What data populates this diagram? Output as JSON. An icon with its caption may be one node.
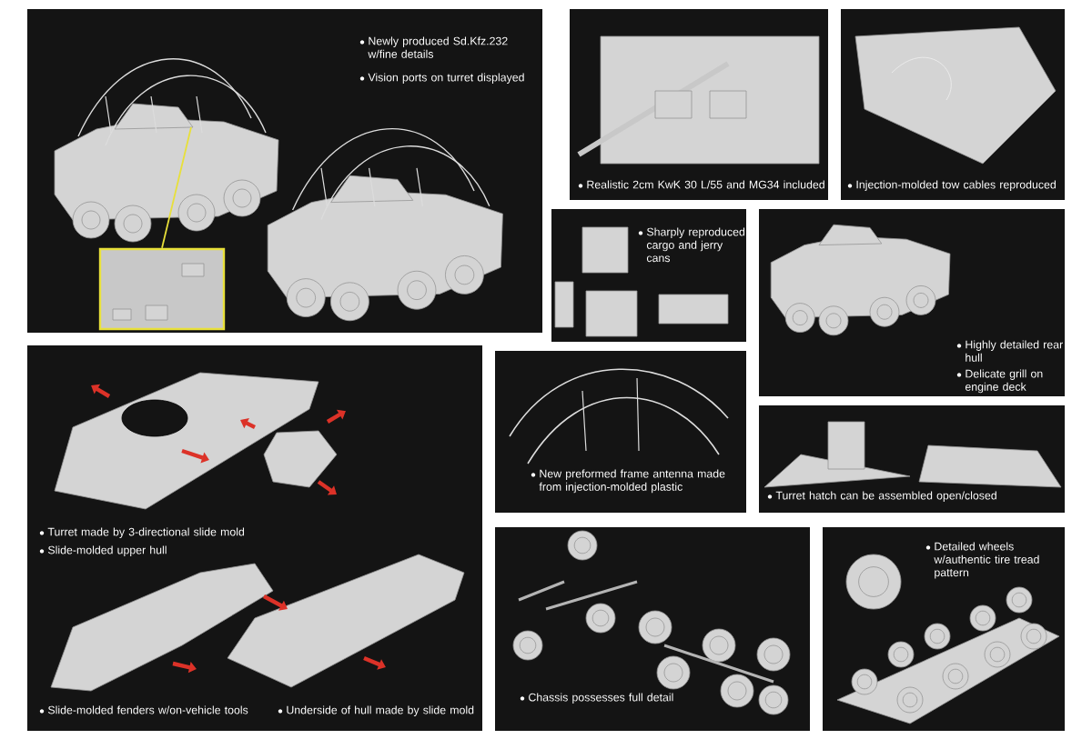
{
  "diagram": {
    "nodes": [
      {
        "text": [
          "Newly produced Sd.Kfz.232 w/fine details",
          "Vision ports on turret displayed"
        ]
      },
      {
        "text": [],
        "shape": "picture",
        "in": 0
      },
      {
        "text": [
          "Realistic 2cm KwK 30 L/55 and MG34 included"
        ]
      },
      {
        "text": [
          "Injection-molded tow cables reproduced"
        ]
      },
      {
        "text": [
          "Sharply reproduced cargo and jerry cans"
        ]
      },
      {
        "text": [
          "Highly detailed rear hull",
          "Delicate grill on engine deck"
        ]
      },
      {
        "text": [
          "Turret made by 3-directional slide mold",
          "Slide-molded upper hull",
          "Slide-molded fenders w/on-vehicle tools",
          "Underside of hull made by slide mold"
        ]
      },
      {
        "text": [
          "New preformed frame antenna made from injection-molded plastic"
        ]
      },
      {
        "text": [
          "Turret hatch can be assembled open/closed"
        ]
      },
      {
        "text": [
          "Chassis possesses full detail"
        ]
      },
      {
        "text": [
          "Detailed wheels w/authentic tire tread pattern"
        ]
      }
    ],
    "edges": [
      {
        "from": null,
        "to": 1,
        "arrow": "none",
        "color": "#e8e03a"
      }
    ]
  }
}
